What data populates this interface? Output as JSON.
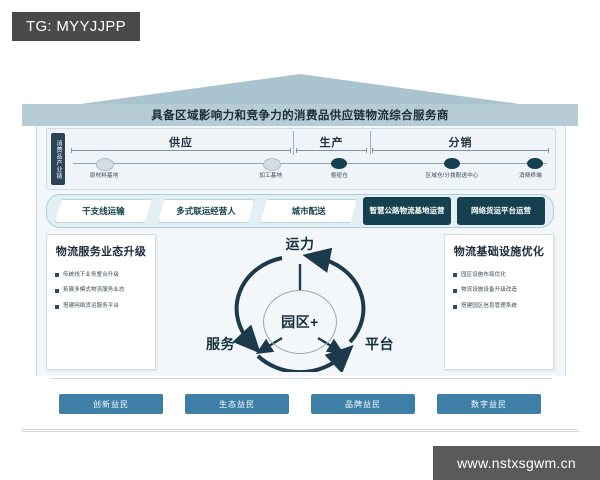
{
  "watermarks": {
    "top_tag": "TG: MYYJJPP",
    "bottom_url": "www.nstxsgwm.cn"
  },
  "header": {
    "title": "具备区域影响力和竞争力的消费品供应链物流综合服务商"
  },
  "chain": {
    "side_label": "消费品产业链",
    "segments": [
      {
        "label": "供应"
      },
      {
        "label": "生产"
      },
      {
        "label": "分销"
      }
    ],
    "nodes": [
      {
        "label": "原材料基地",
        "style": "light"
      },
      {
        "label": "加工基地",
        "style": "light"
      },
      {
        "label": "枢纽仓",
        "style": "dark"
      },
      {
        "label": "区域仓/分拨配送中心",
        "style": "dark"
      },
      {
        "label": "消费终端",
        "style": "dark"
      }
    ]
  },
  "services": {
    "pills": [
      {
        "label": "干支线运输"
      },
      {
        "label": "多式联运经营人"
      },
      {
        "label": "城市配送"
      }
    ],
    "highlights": [
      {
        "label": "智慧公路物流基地运营"
      },
      {
        "label": "网络货运平台运营"
      }
    ]
  },
  "left_card": {
    "title": "物流服务业态升级",
    "bullets": [
      "传统线下业务整合升级",
      "拓展多模式物流服务业态",
      "搭建网络货运服务平台"
    ]
  },
  "right_card": {
    "title": "物流基础设施优化",
    "bullets": [
      "园区设施布局优化",
      "物流设施设备升级改造",
      "搭建园区信息管理系统"
    ]
  },
  "circle": {
    "center": "园区+",
    "top": "运力",
    "left": "服务",
    "right": "平台"
  },
  "base": {
    "pills": [
      {
        "label": "创新益民"
      },
      {
        "label": "生态益民"
      },
      {
        "label": "品牌益民"
      },
      {
        "label": "数字益民"
      }
    ]
  },
  "colors": {
    "roof": "#a9c4cf",
    "title_band": "#b5ccd6",
    "dark_navy": "#14404f",
    "steel_blue": "#3d7fa6",
    "panel_bg": "#eef4f7",
    "watermark_gray": "#4a4a4a"
  }
}
